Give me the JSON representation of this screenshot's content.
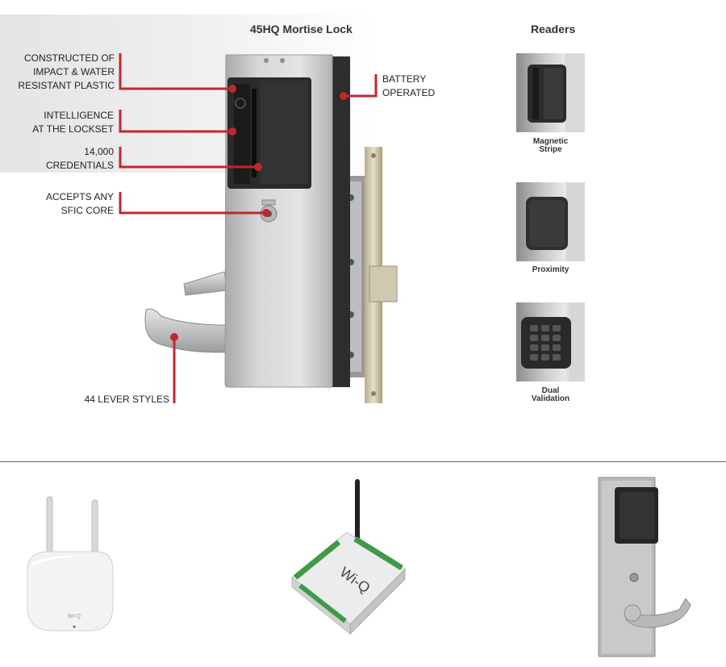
{
  "lock_title": "45HQ Mortise Lock",
  "readers_title": "Readers",
  "callouts": {
    "construction": [
      "CONSTRUCTED OF",
      "IMPACT & WATER",
      "RESISTANT PLASTIC"
    ],
    "intelligence": [
      "INTELLIGENCE",
      "AT THE LOCKSET"
    ],
    "credentials": [
      "14,000",
      "CREDENTIALS"
    ],
    "core": [
      "ACCEPTS ANY",
      "SFIC CORE"
    ],
    "levers": "44 LEVER STYLES",
    "battery": [
      "BATTERY",
      "OPERATED"
    ]
  },
  "readers": [
    {
      "label_lines": [
        "Magnetic",
        "Stripe"
      ],
      "icon": "magnetic-stripe-reader-icon"
    },
    {
      "label_lines": [
        "Proximity"
      ],
      "icon": "proximity-reader-icon"
    },
    {
      "label_lines": [
        "Dual",
        "Validation"
      ],
      "icon": "keypad-reader-icon"
    }
  ],
  "products_bottom": [
    {
      "icon": "wireless-access-point-icon",
      "logo_text": "Wi-Q"
    },
    {
      "icon": "wireless-controller-icon",
      "logo_text": "Wi-Q"
    },
    {
      "icon": "mortise-lock-reader-icon"
    }
  ],
  "colors": {
    "accent_red": "#c1272d",
    "callout_text": "#222222",
    "metal": "#c8c8c8"
  }
}
